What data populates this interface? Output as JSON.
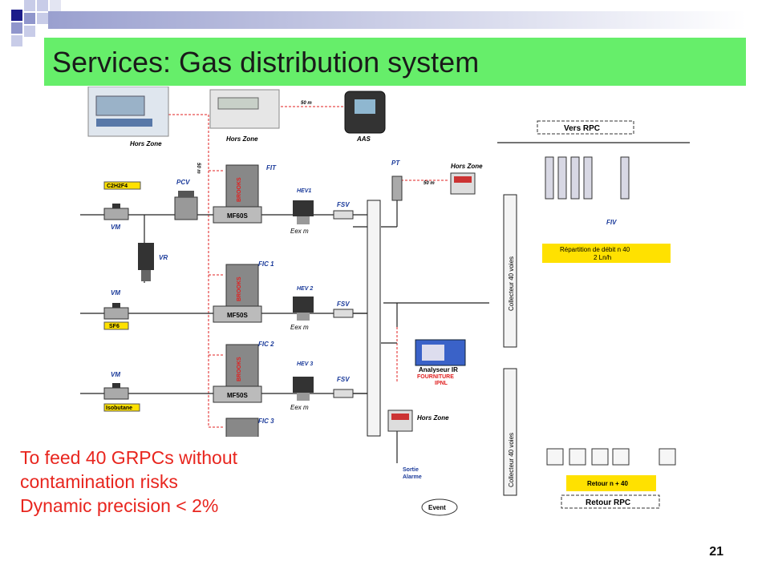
{
  "slide": {
    "title": "Services: Gas distribution system",
    "caption": [
      "To feed 40 GRPCs without",
      "contamination risks",
      "Dynamic precision < 2%"
    ],
    "page_number": "21"
  },
  "diagram": {
    "labels": {
      "hors_zone_1": "Hors Zone",
      "hors_zone_2": "Hors Zone",
      "hors_zone_3": "Hors Zone",
      "hors_zone_4": "Hors Zone",
      "aas": "AAS",
      "fifty_m_top": "50 m",
      "fifty_m_vert": "50 m",
      "fifty_m_pt": "50 m",
      "gas_c2h2f4": "C2H2F4",
      "gas_sf6": "SF6",
      "gas_isobutane": "Isobutane",
      "pcv": "PCV",
      "vm1": "VM",
      "vm2": "VM",
      "vm3": "VM",
      "vr": "VR",
      "fit": "FIT",
      "fic1": "FIC 1",
      "fic2": "FIC 2",
      "fic3": "FIC 3",
      "hev1": "HEV1",
      "hev2": "HEV 2",
      "hev3": "HEV 3",
      "eex1": "Eex m",
      "eex2": "Eex m",
      "eex3": "Eex m",
      "fsv1": "FSV",
      "fsv2": "FSV",
      "fsv3": "FSV",
      "mf1": "MF60S",
      "mf2": "MF50S",
      "mf3": "MF50S",
      "brooks": "BROOKS",
      "pt": "PT",
      "vers_rpc": "Vers RPC",
      "fiv": "FIV",
      "collector_top": "Collecteur 40 voies",
      "collector_bottom": "Collecteur 40 voies",
      "repartition_1": "Répartition de débit n 40",
      "repartition_2": "2 Ln/h",
      "analyseur": "Analyseur IR",
      "fourniture": "FOURNITURE",
      "ipnl": "IPNL",
      "sortie": "Sortie",
      "alarme": "Alarme",
      "event": "Event",
      "retour_n": "Retour n + 40",
      "retour_rpc": "Retour RPC"
    }
  }
}
